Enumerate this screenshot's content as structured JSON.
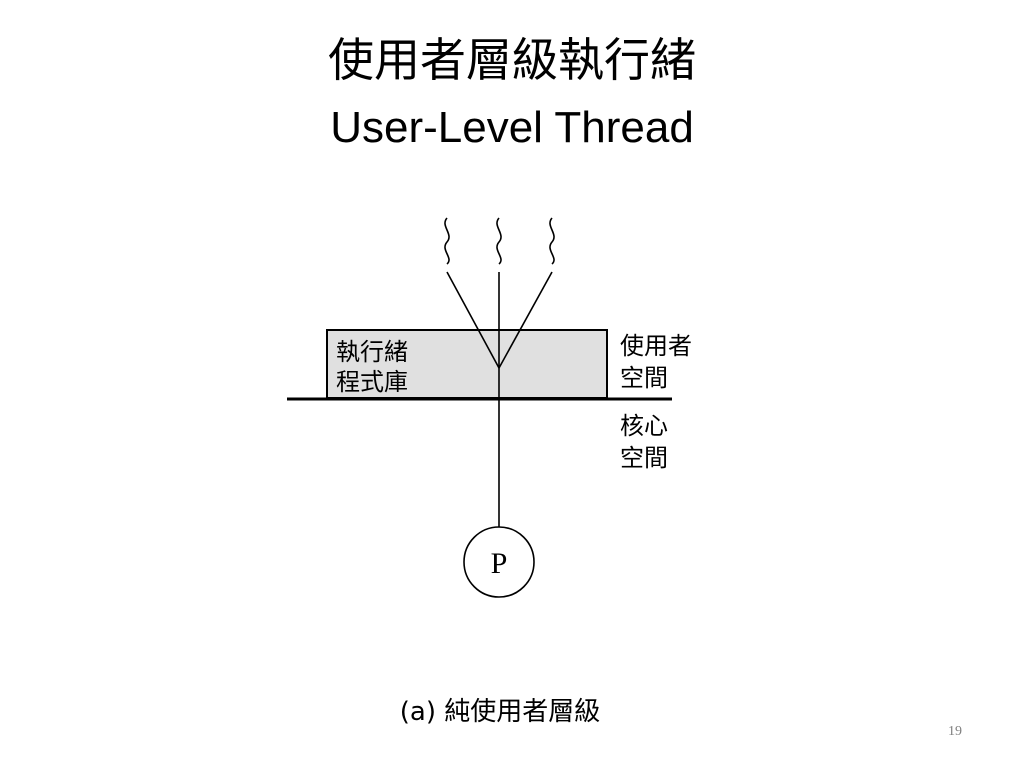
{
  "slide": {
    "title_zh": "使用者層級執行緒",
    "title_en": "User-Level Thread",
    "caption": "(a) 純使用者層級",
    "page_number": "19"
  },
  "diagram": {
    "library_box": {
      "line1": "執行緒",
      "line2": "程式庫",
      "fill": "#e0e0e0"
    },
    "user_space_label": {
      "line1": "使用者",
      "line2": "空間"
    },
    "kernel_space_label": {
      "line1": "核心",
      "line2": "空間"
    },
    "process_label": "P",
    "thread_count": 3
  }
}
